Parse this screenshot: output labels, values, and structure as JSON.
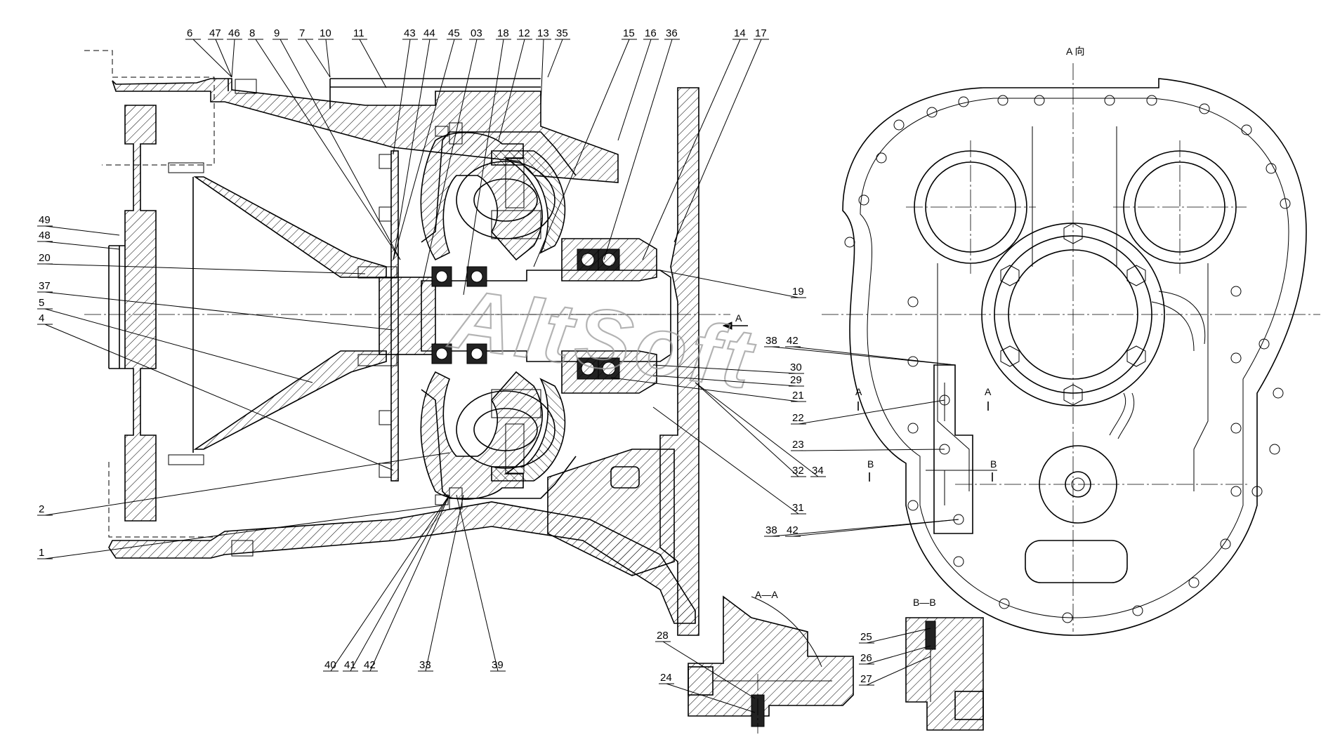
{
  "drawing": {
    "watermark": "AltSoft",
    "view_label_a": "A 向",
    "section_a_label": "A—A",
    "section_b_label": "B—B",
    "cut_mark_a": "A",
    "cut_mark_b": "B",
    "arrow_a_label": "A"
  },
  "balloons_top": [
    "6",
    "47",
    "46",
    "8",
    "9",
    "7",
    "10",
    "11",
    "43",
    "44",
    "45",
    "03",
    "18",
    "12",
    "13",
    "35",
    "15",
    "16",
    "36",
    "14",
    "17"
  ],
  "balloons_left": [
    "49",
    "48",
    "20",
    "37",
    "5",
    "4",
    "2",
    "1"
  ],
  "balloons_bottom": [
    "40",
    "41",
    "42",
    "33",
    "39"
  ],
  "balloons_right": [
    "19",
    "38",
    "42",
    "30",
    "29",
    "21",
    "22",
    "23",
    "32",
    "34",
    "31",
    "38",
    "42"
  ],
  "balloons_section_a": [
    "28",
    "24"
  ],
  "balloons_section_b": [
    "25",
    "26",
    "27"
  ]
}
